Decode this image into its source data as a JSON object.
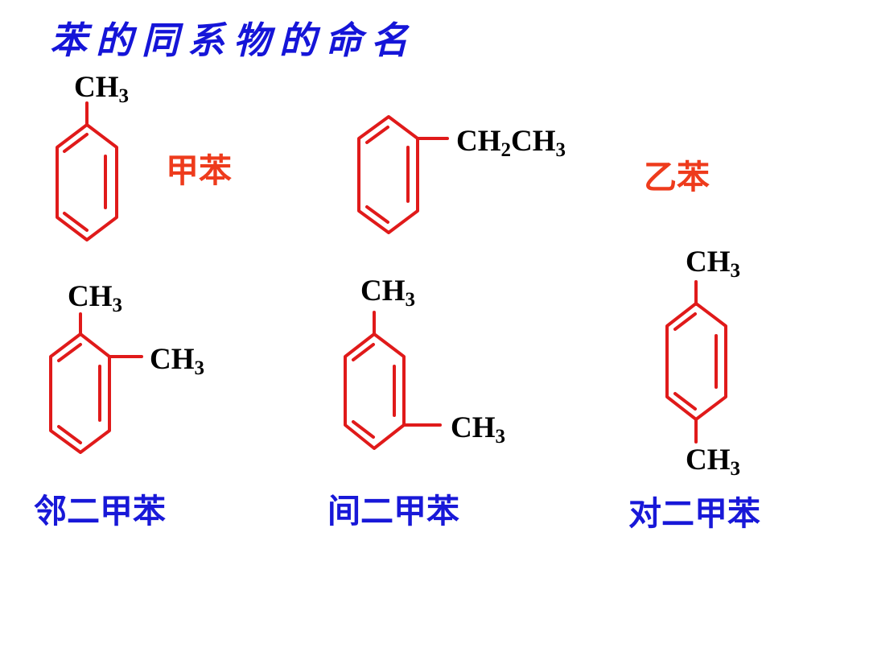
{
  "title": "苯的同系物的命名",
  "colors": {
    "title": "#1515d8",
    "name_red": "#ee3b1c",
    "name_blue": "#1818d8",
    "bond": "#e01a1a"
  },
  "compounds": {
    "toluene": {
      "name": "甲苯",
      "substituent": {
        "main": "CH",
        "sub": "3"
      }
    },
    "ethylbenzene": {
      "name": "乙苯",
      "substituent": {
        "p1": "CH",
        "s1": "2",
        "p2": "CH",
        "s2": "3"
      }
    },
    "o_xylene": {
      "name": "邻二甲苯",
      "sub_a": {
        "main": "CH",
        "sub": "3"
      },
      "sub_b": {
        "main": "CH",
        "sub": "3"
      }
    },
    "m_xylene": {
      "name": "间二甲苯",
      "sub_a": {
        "main": "CH",
        "sub": "3"
      },
      "sub_b": {
        "main": "CH",
        "sub": "3"
      }
    },
    "p_xylene": {
      "name": "对二甲苯",
      "sub_a": {
        "main": "CH",
        "sub": "3"
      },
      "sub_b": {
        "main": "CH",
        "sub": "3"
      }
    }
  }
}
